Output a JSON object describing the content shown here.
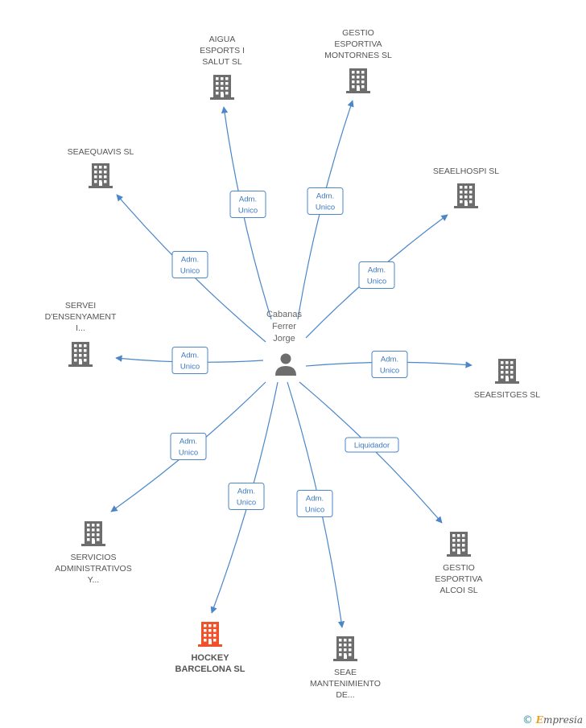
{
  "center": {
    "name_lines": [
      "Cabanas",
      "Ferrer",
      "Jorge"
    ],
    "icon": "person-icon"
  },
  "companies": [
    {
      "id": "aigua",
      "lines": [
        "AIGUA",
        "ESPORTS I",
        "SALUT SL"
      ],
      "role_lines": [
        "Adm.",
        "Unico"
      ],
      "color": "#6d6d6d",
      "highlight": false
    },
    {
      "id": "gestio-montornes",
      "lines": [
        "GESTIO",
        "ESPORTIVA",
        "MONTORNES SL"
      ],
      "role_lines": [
        "Adm.",
        "Unico"
      ],
      "color": "#6d6d6d",
      "highlight": false
    },
    {
      "id": "seaequavis",
      "lines": [
        "SEAEQUAVIS SL"
      ],
      "role_lines": [
        "Adm.",
        "Unico"
      ],
      "color": "#6d6d6d",
      "highlight": false
    },
    {
      "id": "seaelhospi",
      "lines": [
        "SEAELHOSPI SL"
      ],
      "role_lines": [
        "Adm.",
        "Unico"
      ],
      "color": "#6d6d6d",
      "highlight": false
    },
    {
      "id": "servei",
      "lines": [
        "SERVEI",
        "D'ENSENYAMENT",
        "I..."
      ],
      "role_lines": [
        "Adm.",
        "Unico"
      ],
      "color": "#6d6d6d",
      "highlight": false
    },
    {
      "id": "seaesitges",
      "lines": [
        "SEAESITGES SL"
      ],
      "role_lines": [
        "Adm.",
        "Unico"
      ],
      "color": "#6d6d6d",
      "highlight": false
    },
    {
      "id": "servicios",
      "lines": [
        "SERVICIOS",
        "ADMINISTRATIVOS",
        "Y..."
      ],
      "role_lines": [
        "Adm.",
        "Unico"
      ],
      "color": "#6d6d6d",
      "highlight": false
    },
    {
      "id": "gestio-alcoi",
      "lines": [
        "GESTIO",
        "ESPORTIVA",
        "ALCOI SL"
      ],
      "role_lines": [
        "Liquidador"
      ],
      "color": "#6d6d6d",
      "highlight": false
    },
    {
      "id": "hockey",
      "lines": [
        "HOCKEY",
        "BARCELONA SL"
      ],
      "role_lines": [
        "Adm.",
        "Unico"
      ],
      "color": "#f0512a",
      "highlight": true
    },
    {
      "id": "seae",
      "lines": [
        "SEAE",
        "MANTENIMIENTO",
        "DE..."
      ],
      "role_lines": [
        "Adm.",
        "Unico"
      ],
      "color": "#6d6d6d",
      "highlight": false
    }
  ],
  "footer": {
    "copyright_symbol": "©",
    "brand_initial": "E",
    "brand_rest": "mpresia"
  }
}
